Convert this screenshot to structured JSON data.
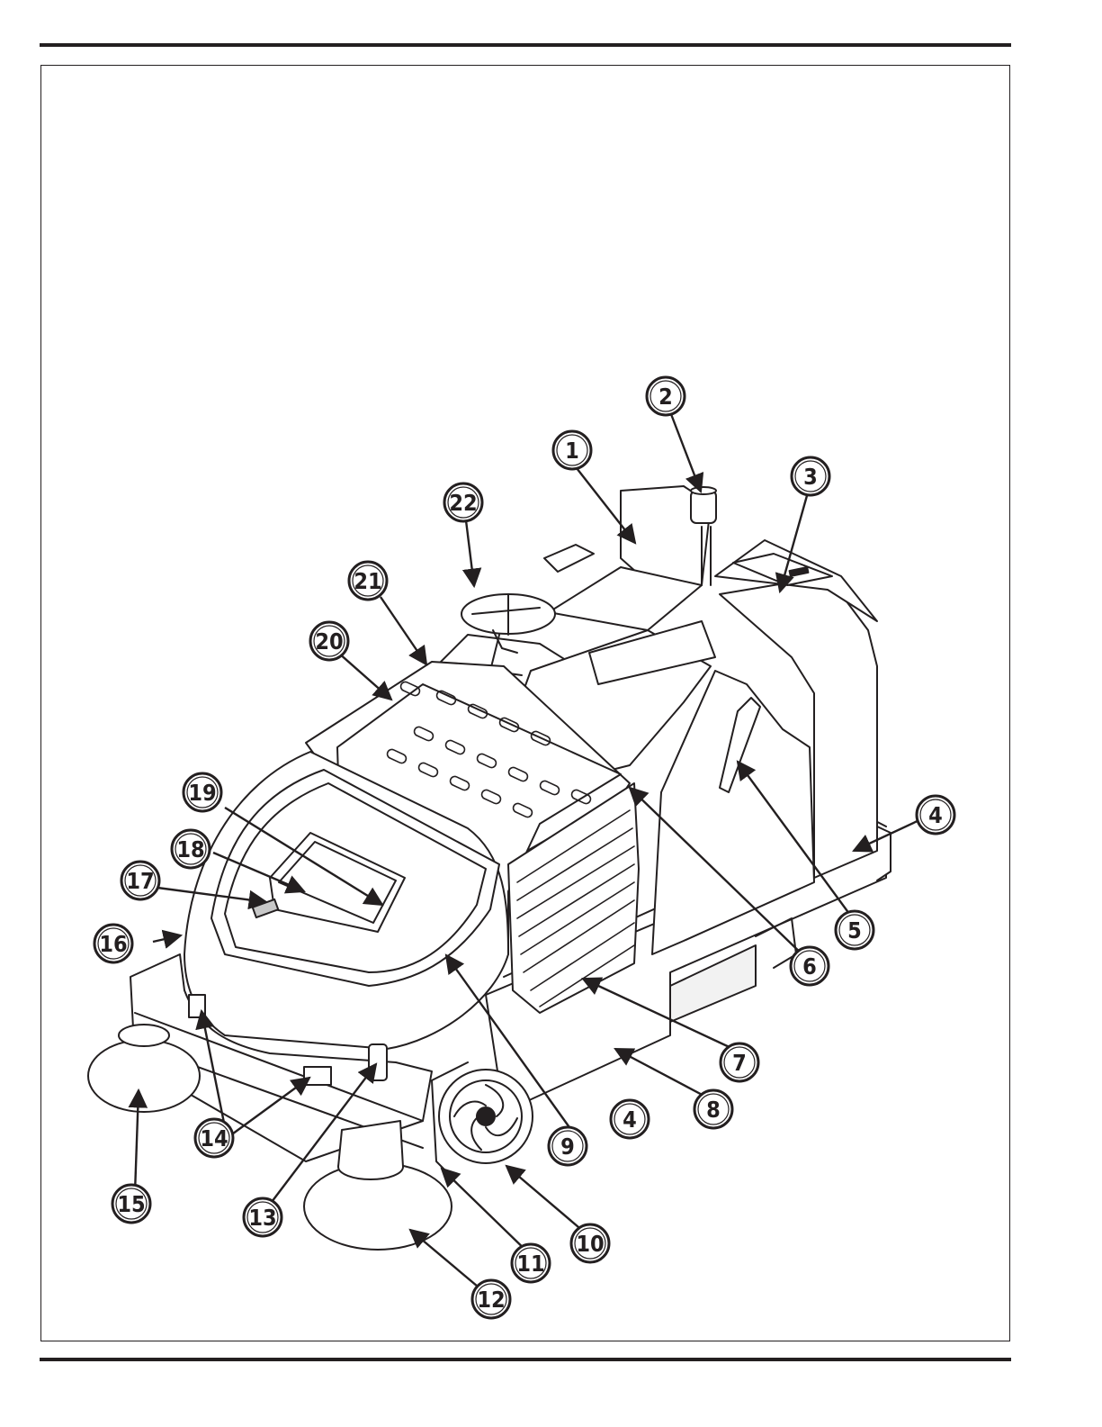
{
  "diagram": {
    "callouts": [
      {
        "id": "c1",
        "label": "1"
      },
      {
        "id": "c2",
        "label": "2"
      },
      {
        "id": "c3",
        "label": "3"
      },
      {
        "id": "c4a",
        "label": "4"
      },
      {
        "id": "c4b",
        "label": "4"
      },
      {
        "id": "c5",
        "label": "5"
      },
      {
        "id": "c6",
        "label": "6"
      },
      {
        "id": "c7",
        "label": "7"
      },
      {
        "id": "c8",
        "label": "8"
      },
      {
        "id": "c9",
        "label": "9"
      },
      {
        "id": "c10",
        "label": "10"
      },
      {
        "id": "c11",
        "label": "11"
      },
      {
        "id": "c12",
        "label": "12"
      },
      {
        "id": "c13",
        "label": "13"
      },
      {
        "id": "c14",
        "label": "14"
      },
      {
        "id": "c15",
        "label": "15"
      },
      {
        "id": "c16",
        "label": "16"
      },
      {
        "id": "c17",
        "label": "17"
      },
      {
        "id": "c18",
        "label": "18"
      },
      {
        "id": "c19",
        "label": "19"
      },
      {
        "id": "c20",
        "label": "20"
      },
      {
        "id": "c21",
        "label": "21"
      },
      {
        "id": "c22",
        "label": "22"
      }
    ],
    "colors": {
      "ink": "#231f20",
      "paper": "#ffffff",
      "shade": "#f2f2f2"
    }
  }
}
